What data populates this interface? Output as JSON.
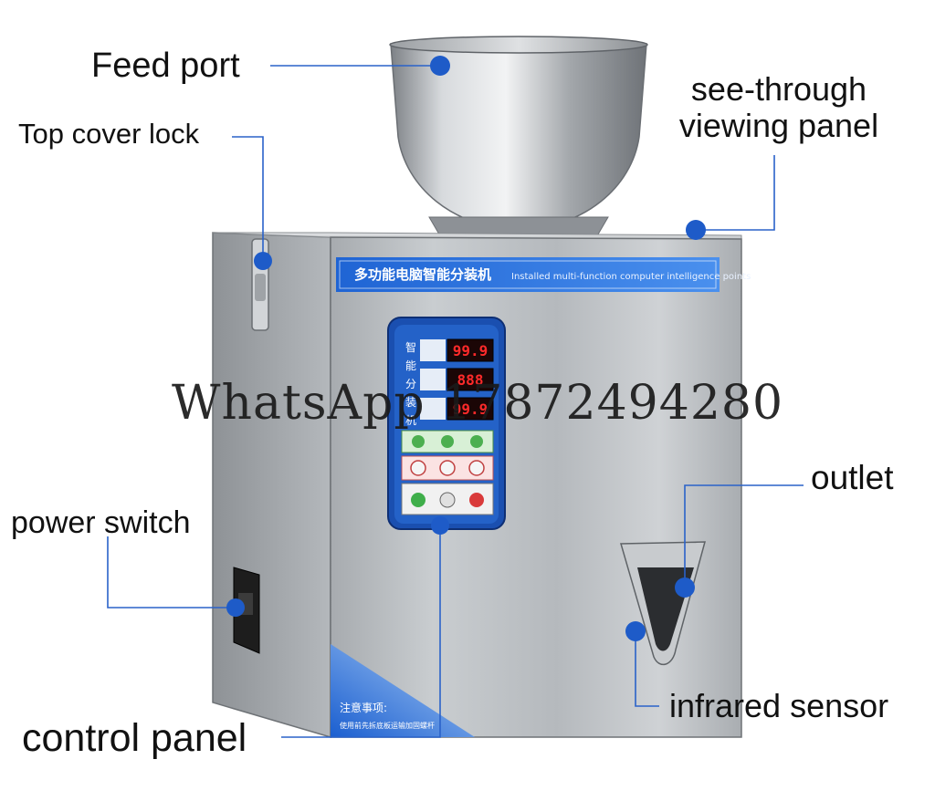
{
  "labels": {
    "feed_port": "Feed port",
    "top_cover_lock": "Top cover lock",
    "see_through_line1": "see-through",
    "see_through_line2": "viewing panel",
    "outlet": "outlet",
    "power_switch": "power switch",
    "infrared_sensor": "infrared sensor",
    "control_panel": "control panel"
  },
  "machine": {
    "title_cn": "多功能电脑智能分装机",
    "title_en": "Installed multi-function computer intelligence points",
    "side_text": "智能分装机",
    "displays": [
      "99.9",
      "888",
      "99.9"
    ],
    "notice_title": "注意事项:",
    "notice_text": "使用前先拆底板运输加固螺杆"
  },
  "watermark": "WhatsApp 17872494280",
  "colors": {
    "callout": "#1e5bc8",
    "steel": "#b9bdc1",
    "panel_blue": "#1d5fc0",
    "display_red": "#ff2a2a"
  }
}
